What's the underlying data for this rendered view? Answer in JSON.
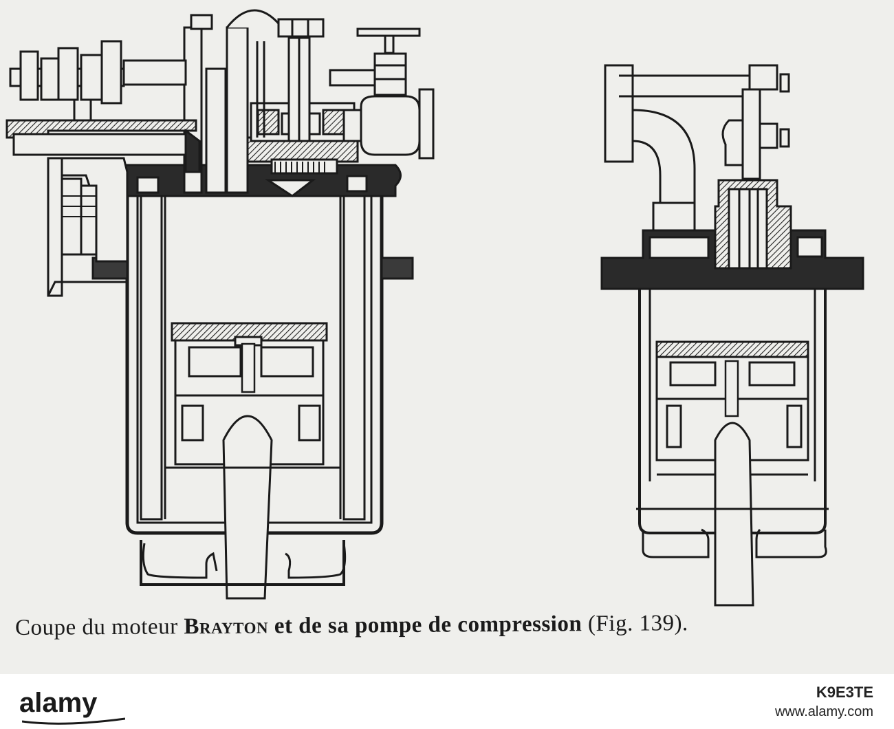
{
  "caption": {
    "part1": "Coupe du moteur",
    "brand": "Brayton",
    "part2": "et de sa pompe de compression",
    "figure": "(Fig. 139)."
  },
  "watermark": {
    "logo": "alamy",
    "image_id": "K9E3TE",
    "site": "www.alamy.com"
  },
  "colors": {
    "ink": "#1a1a1a",
    "paper": "#efefec",
    "shade": "#8a8a85"
  }
}
